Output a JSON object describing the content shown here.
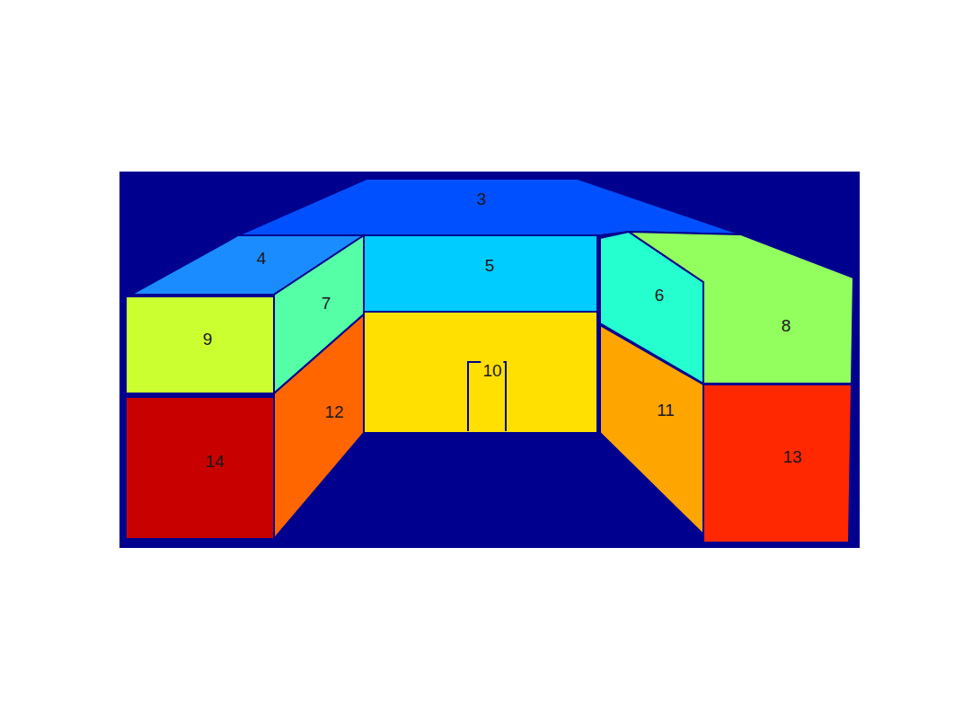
{
  "diagram": {
    "labels": [
      "3",
      "4",
      "5",
      "6",
      "7",
      "8",
      "9",
      "10",
      "11",
      "12",
      "13",
      "14"
    ]
  }
}
